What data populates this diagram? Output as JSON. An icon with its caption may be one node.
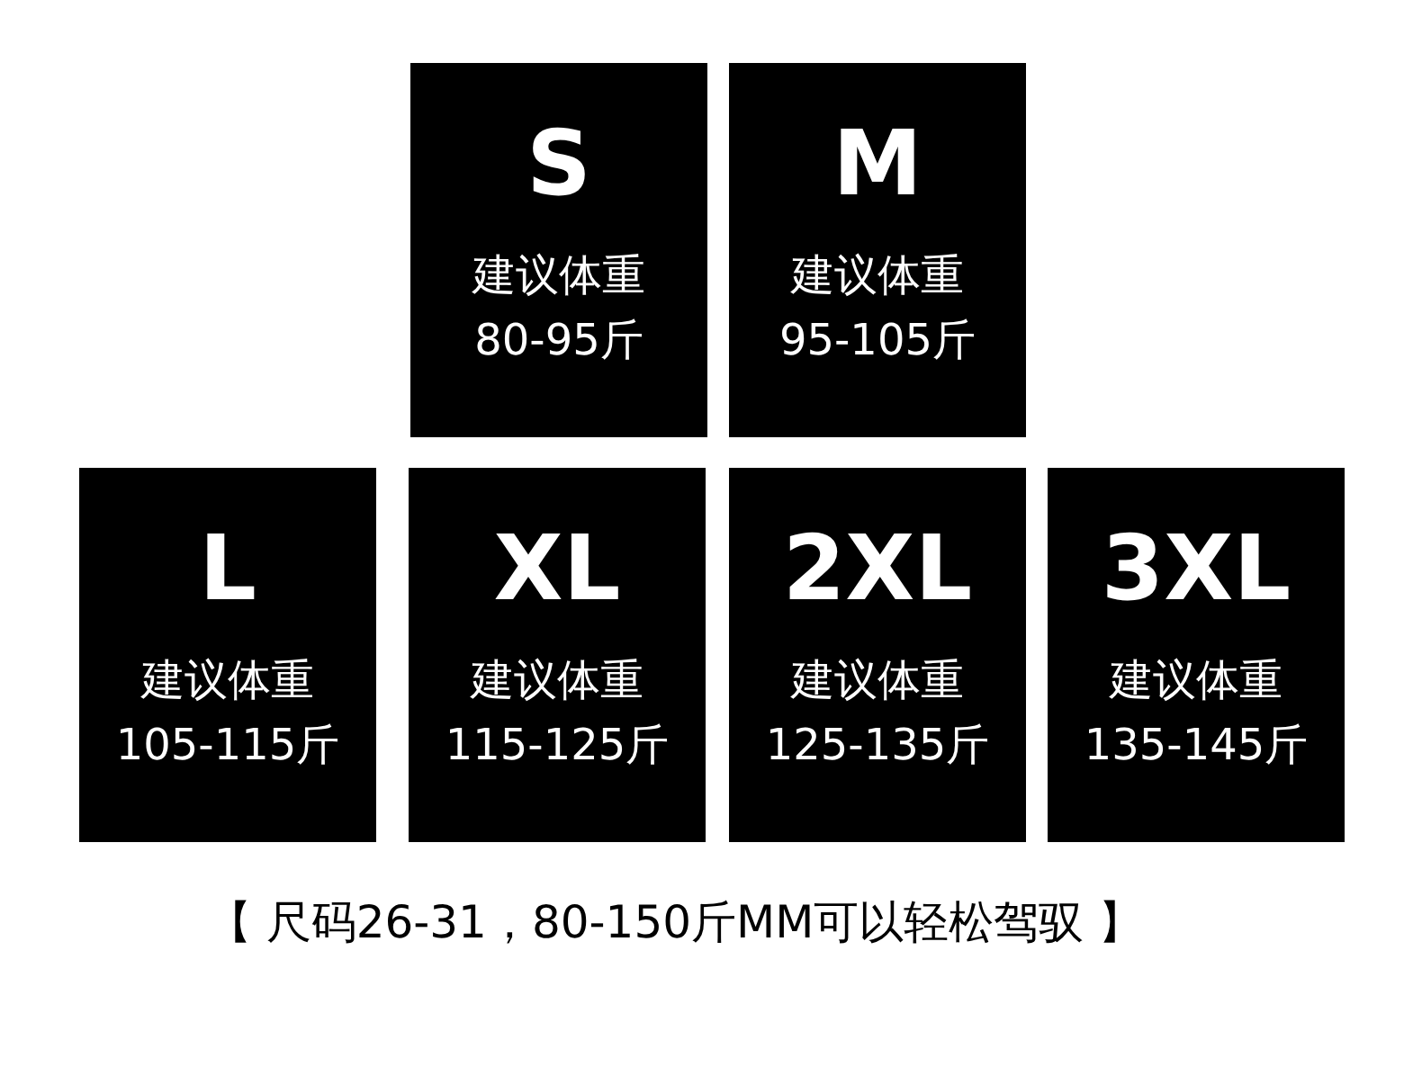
{
  "diagram": {
    "nodes": [
      {
        "text": [
          "S",
          "建议体重",
          "80-95斤"
        ]
      },
      {
        "text": [
          "M",
          "建议体重",
          "95-105斤"
        ]
      },
      {
        "text": [
          "L",
          "建议体重",
          "105-115斤"
        ]
      },
      {
        "text": [
          "XL",
          "建议体重",
          "115-125斤"
        ]
      },
      {
        "text": [
          "2XL",
          "建议体重",
          "125-135斤"
        ]
      },
      {
        "text": [
          "3XL",
          "建议体重",
          "135-145斤"
        ]
      }
    ],
    "labels": [
      "【 尺码26-31，80-150斤MM可以轻松驾驭 】"
    ]
  }
}
